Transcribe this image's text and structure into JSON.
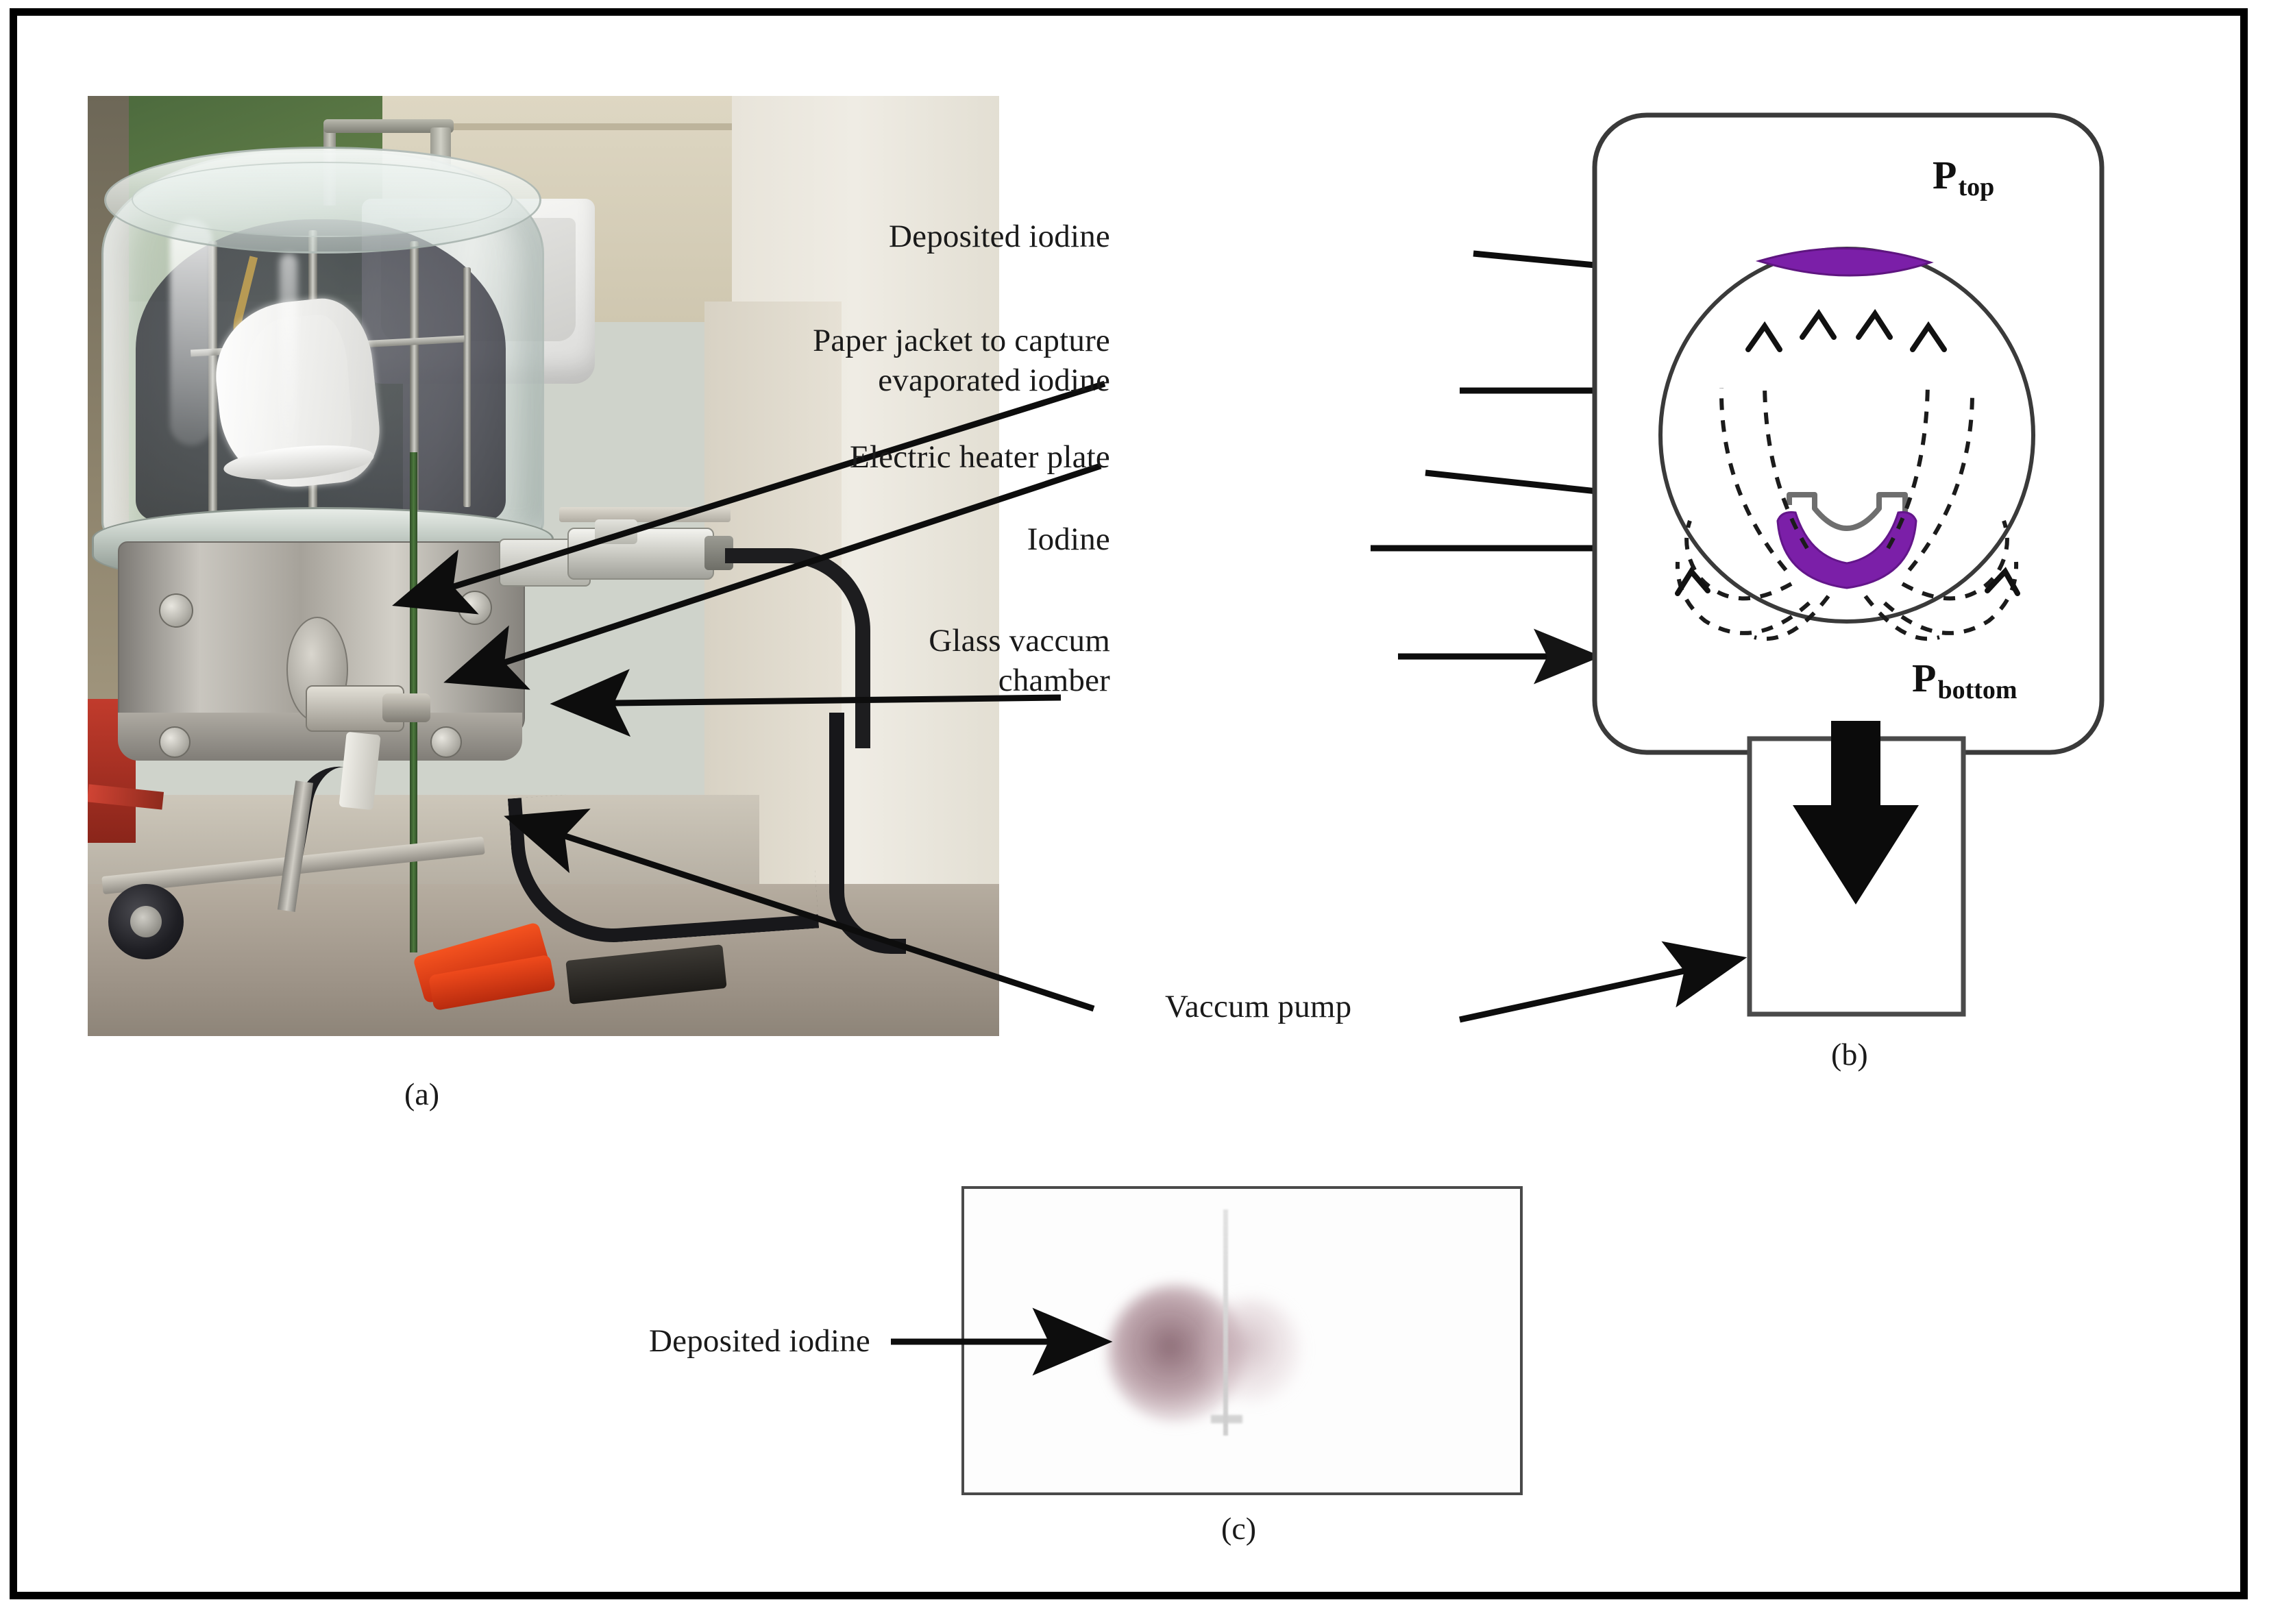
{
  "figure": {
    "panels": [
      {
        "id": "a",
        "caption": "(a)",
        "kind": "photograph",
        "description": "Glass bell jar vacuum chamber on a laboratory bench"
      },
      {
        "id": "b",
        "caption": "(b)",
        "kind": "schematic",
        "description": "Schematic cross-section of the vacuum chamber with convection loops"
      },
      {
        "id": "c",
        "caption": "(c)",
        "kind": "photograph",
        "description": "Paper jacket showing the deposited iodine stain"
      }
    ]
  },
  "labels": {
    "deposited_iodine": "Deposited iodine",
    "paper_jacket_line1": "Paper jacket to capture",
    "paper_jacket_line2": "evaporated iodine",
    "electric_heater_plate": "Electric heater plate",
    "iodine": "Iodine",
    "glass_chamber_line1": "Glass vaccum",
    "glass_chamber_line2": "chamber",
    "vaccum_pump": "Vaccum pump",
    "deposited_iodine_c": "Deposited iodine"
  },
  "schematic": {
    "pressure_top_symbol": "P",
    "pressure_top_sub": "top",
    "pressure_bottom_symbol": "P",
    "pressure_bottom_sub": "bottom",
    "iodine_color": "#7B1FA8",
    "deposit_color": "#7B1FA8",
    "heater_color": "#6e6e6e",
    "chamber_outline_color": "#3a3a3a",
    "flow_arrow_count_up": 4,
    "flow_style": "dashed convection loops"
  },
  "colors": {
    "frame": "#000000",
    "background": "#ffffff",
    "text": "#1a1a1a",
    "iodine_violet": "#7B1FA8",
    "stain_mauve": "#7a5460"
  }
}
